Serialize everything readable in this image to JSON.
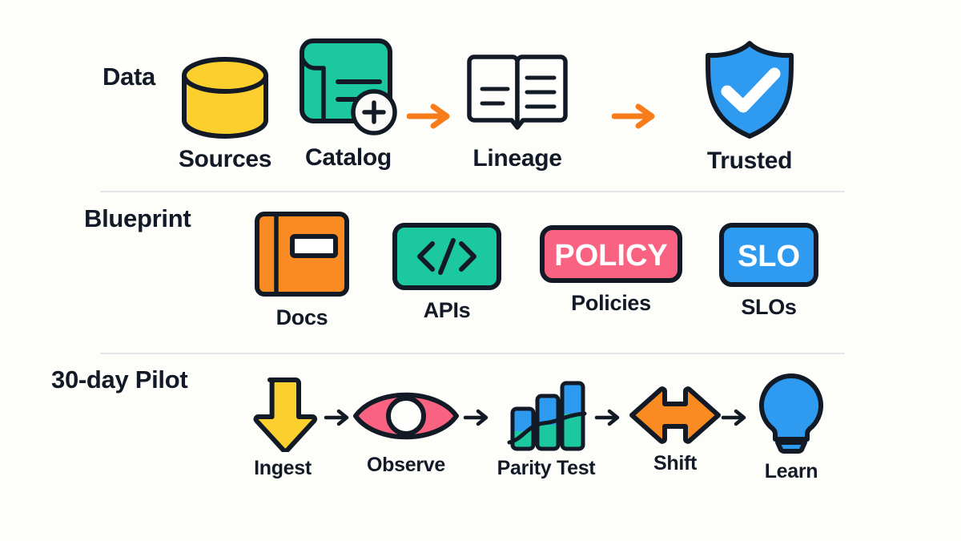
{
  "page": {
    "background": "#FDFDFA",
    "ink": "#131A27",
    "divider_color": "#E3E5E8"
  },
  "palette": {
    "yellow": "#FBD02E",
    "green": "#1CC8A0",
    "blue": "#2E9BF0",
    "orange": "#F98B22",
    "pink": "#F96381",
    "white": "#FFFFFF",
    "outline": "#121A26"
  },
  "rows": [
    {
      "id": "data",
      "label": "Data",
      "items": [
        {
          "label": "Sources",
          "icon": "database-cylinder-icon",
          "color": "#FBD02E"
        },
        {
          "label": "Catalog",
          "icon": "catalog-add-icon",
          "color": "#1CC8A0"
        },
        {
          "label": "Lineage",
          "icon": "open-book-icon",
          "color": "#FFFFFF"
        },
        {
          "label": "Trusted",
          "icon": "shield-check-icon",
          "color": "#2E9BF0"
        }
      ],
      "connectors": [
        {
          "icon": "arrow-right-icon",
          "color": "#F97C1B"
        },
        {
          "icon": "arrow-right-icon",
          "color": "#F97C1B"
        }
      ]
    },
    {
      "id": "blueprint",
      "label": "Blueprint",
      "items": [
        {
          "label": "Docs",
          "icon": "closed-book-icon",
          "color": "#F98B22",
          "chip": ""
        },
        {
          "label": "APIs",
          "icon": "code-tag-icon",
          "color": "#1CC8A0",
          "chip": "</>"
        },
        {
          "label": "Policies",
          "icon": "policy-chip-icon",
          "color": "#F96381",
          "chip": "POLICY"
        },
        {
          "label": "SLOs",
          "icon": "slo-chip-icon",
          "color": "#2E9BF0",
          "chip": "SLO"
        }
      ],
      "connectors": []
    },
    {
      "id": "pilot",
      "label": "30-day Pilot",
      "items": [
        {
          "label": "Ingest",
          "icon": "arrow-down-icon",
          "color": "#FBD02E"
        },
        {
          "label": "Observe",
          "icon": "eye-icon",
          "color": "#F96381"
        },
        {
          "label": "Parity Test",
          "icon": "bar-chart-trend-icon",
          "color": "#2E9BF0"
        },
        {
          "label": "Shift",
          "icon": "double-arrow-icon",
          "color": "#F98B22"
        },
        {
          "label": "Learn",
          "icon": "lightbulb-icon",
          "color": "#2E9BF0"
        }
      ],
      "connectors": [
        {
          "icon": "arrow-right-icon",
          "color": "#121A26"
        },
        {
          "icon": "arrow-right-icon",
          "color": "#121A26"
        },
        {
          "icon": "arrow-right-icon",
          "color": "#121A26"
        },
        {
          "icon": "arrow-right-icon",
          "color": "#121A26"
        }
      ]
    }
  ]
}
